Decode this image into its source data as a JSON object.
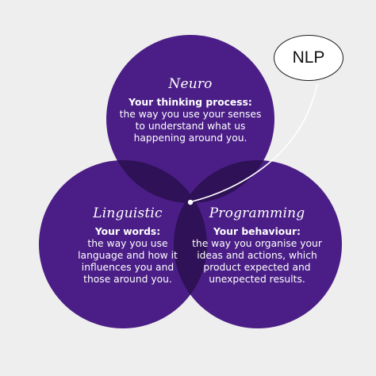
{
  "colors": {
    "background": "#efeeee",
    "circle_fill": "#4a1e86",
    "overlap_fill": "#2e1156",
    "text": "#ffffff",
    "callout_line": "#ffffff",
    "bubble_border": "#1c1c1c"
  },
  "circles": {
    "neuro": {
      "title": "Neuro",
      "lead": "Your thinking process:",
      "body": "the way you use your senses to understand what us happening around you."
    },
    "linguistic": {
      "title": "Linguistic",
      "lead": "Your words:",
      "body": "the way you use language and how it influences you and those around you."
    },
    "programming": {
      "title": "Programming",
      "lead": "Your behaviour:",
      "body": "the way you organise your ideas and actions, which product expected and unexpected results."
    }
  },
  "callout": {
    "label": "NLP"
  }
}
